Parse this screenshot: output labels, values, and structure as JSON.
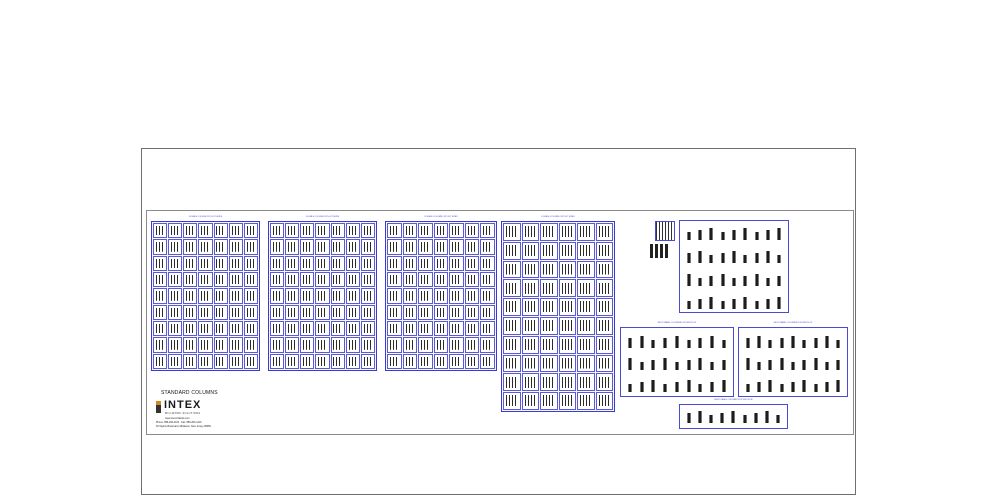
{
  "drawing": {
    "label": "STANDARD COLUMNS",
    "sheet_titles": [
      "DOUBLE COLUMN CUT-OUT SIZES",
      "DOUBLE COLUMN CUT-OUT SIZES",
      "DOUBLE COLUMN CUT-OUT SIZES",
      "DOUBLE COLUMN CUT-OUT SIZES"
    ],
    "panel_titles": [
      "MULTI PANEL COLUMNS FOR WIDTH OF",
      "MULTI PANEL COLUMNS FOR WIDTH OF",
      "MULTI PANEL COLUMNS FOR WIDTH OF"
    ]
  },
  "logo": {
    "name": "INTEX",
    "tagline": "MILLWORK SOLUTIONS",
    "web": "www.intexmillwork.com",
    "phone": "Phone: 856-293-4100 · Fax: 856-293-4110",
    "address": "30 Taylors Boulevard, Mickleton, New Jersey 08056"
  },
  "colors": {
    "frame": "#6f6f6f",
    "linework": "#3b3bd0",
    "column": "#1d1d1d",
    "accent": "#d28a1f"
  }
}
